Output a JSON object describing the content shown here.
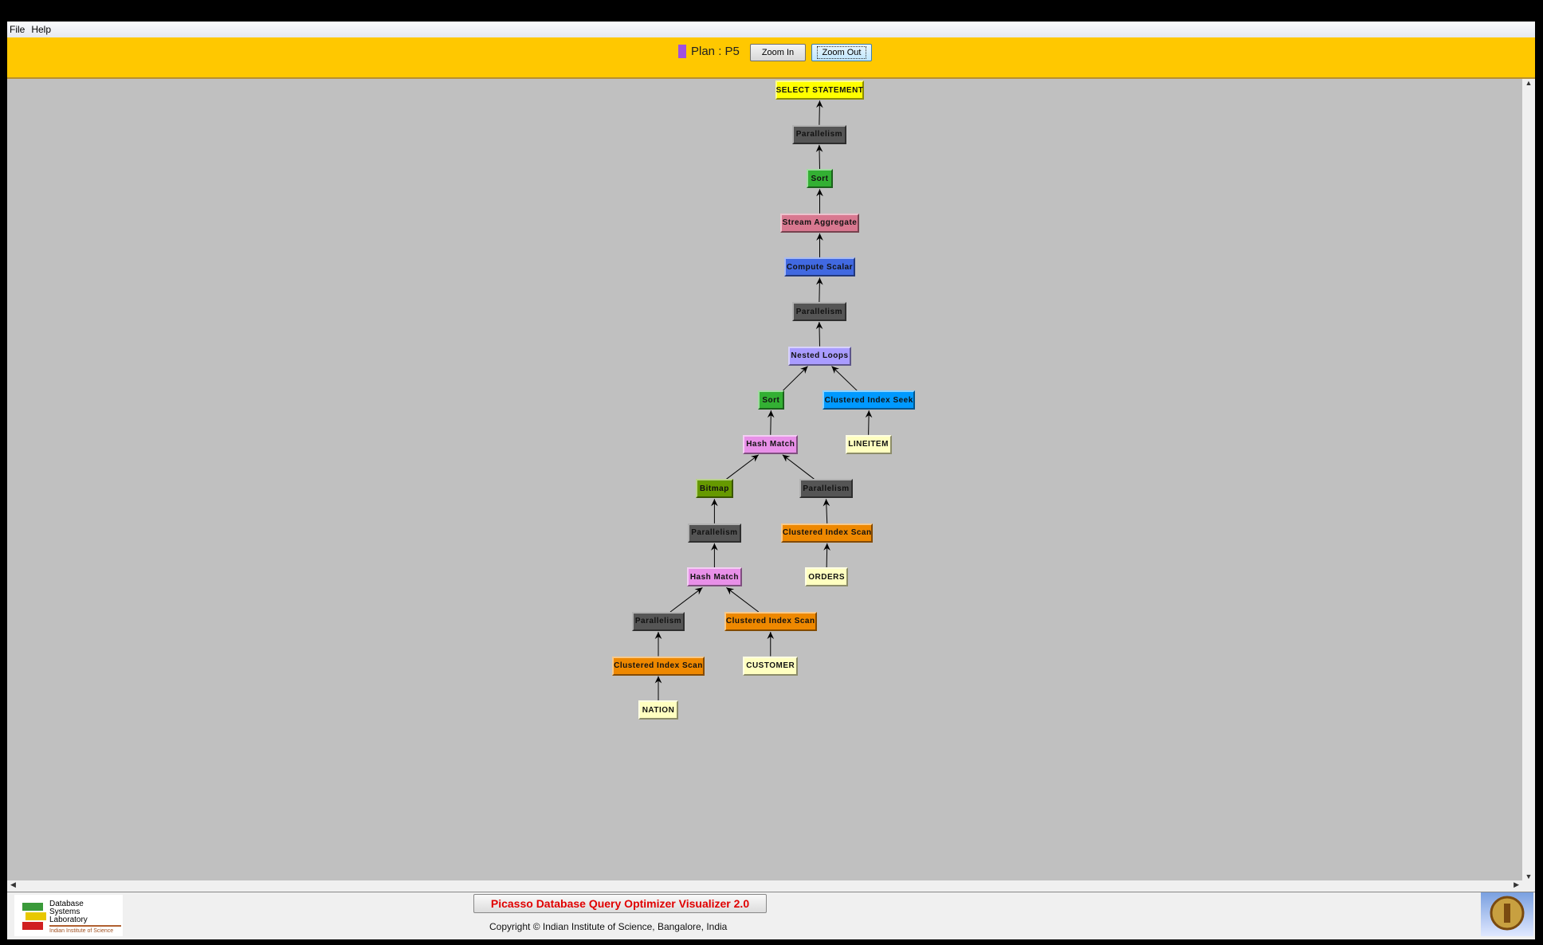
{
  "menu": [
    "File",
    "Help"
  ],
  "toolbar": {
    "plan_label": "Plan : P5",
    "plan_color": "#a050e0",
    "zoom_in": "Zoom In",
    "zoom_out": "Zoom Out"
  },
  "plan_tree": {
    "nodes": [
      {
        "label": "SELECT STATEMENT",
        "color": "#ffff00",
        "parent": null
      },
      {
        "label": "Parallelism",
        "color": "#555555",
        "parent": 0
      },
      {
        "label": "Sort",
        "color": "#33b033",
        "parent": 1
      },
      {
        "label": "Stream Aggregate",
        "color": "#d87890",
        "parent": 2
      },
      {
        "label": "Compute Scalar",
        "color": "#4169e1",
        "parent": 3
      },
      {
        "label": "Parallelism",
        "color": "#555555",
        "parent": 4
      },
      {
        "label": "Nested Loops",
        "color": "#a99cff",
        "parent": 5
      },
      {
        "label": "Sort",
        "color": "#33b033",
        "parent": 6
      },
      {
        "label": "Clustered Index Seek",
        "color": "#0099ff",
        "parent": 6
      },
      {
        "label": "Hash Match",
        "color": "#e890e8",
        "parent": 7
      },
      {
        "label": "LINEITEM",
        "color": "#ffffc0",
        "parent": 8
      },
      {
        "label": "Bitmap",
        "color": "#669900",
        "parent": 9
      },
      {
        "label": "Parallelism",
        "color": "#555555",
        "parent": 9
      },
      {
        "label": "Parallelism",
        "color": "#555555",
        "parent": 11
      },
      {
        "label": "Clustered Index Scan",
        "color": "#ee8800",
        "parent": 12
      },
      {
        "label": "Hash Match",
        "color": "#e890e8",
        "parent": 13
      },
      {
        "label": "ORDERS",
        "color": "#ffffc0",
        "parent": 14
      },
      {
        "label": "Parallelism",
        "color": "#555555",
        "parent": 15
      },
      {
        "label": "Clustered Index Scan",
        "color": "#ee8800",
        "parent": 15
      },
      {
        "label": "Clustered Index Scan",
        "color": "#ee8800",
        "parent": 17
      },
      {
        "label": "CUSTOMER",
        "color": "#ffffc0",
        "parent": 18
      },
      {
        "label": "NATION",
        "color": "#ffffc0",
        "parent": 19
      }
    ]
  },
  "footer": {
    "logo_text": "Database Systems Laboratory - Indian Institute of Science",
    "title": "Picasso Database Query Optimizer Visualizer 2.0",
    "copyright": "Copyright © Indian Institute of Science, Bangalore, India"
  }
}
